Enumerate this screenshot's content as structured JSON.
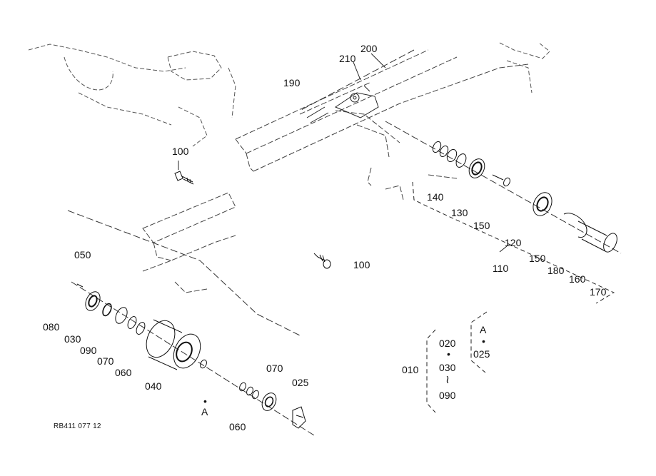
{
  "drawing": {
    "code": "RB411 077 12",
    "callouts": {
      "c200": "200",
      "c210": "210",
      "c190": "190",
      "c100_top": "100",
      "c100_mid": "100",
      "c140": "140",
      "c130": "130",
      "c150_a": "150",
      "c120": "120",
      "c110": "110",
      "c150_b": "150",
      "c180": "180",
      "c160": "160",
      "c170": "170",
      "c050": "050",
      "c080": "080",
      "c030": "030",
      "c090": "090",
      "c070_left": "070",
      "c060_left": "060",
      "c040": "040",
      "c070_right": "070",
      "c025_right": "025",
      "c060_bottom": "060",
      "ref_a_bottom": "A",
      "c010": "010"
    },
    "legend_kit": {
      "item1": "020",
      "item2": "030",
      "item3": "090",
      "range_symbol": "≀"
    },
    "legend_ref": {
      "ref": "A",
      "item": "025"
    },
    "marker_symbol": "•"
  }
}
